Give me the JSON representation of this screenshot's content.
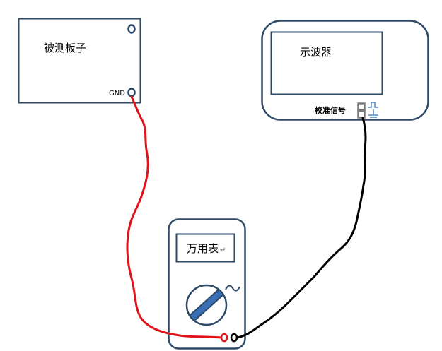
{
  "board": {
    "label": "被测板子",
    "gnd_label": "GND"
  },
  "scope": {
    "label": "示波器",
    "cal_label": "校准信号"
  },
  "meter": {
    "label": "万用表",
    "return_mark": "↵"
  },
  "colors": {
    "frame": "#2e4a68",
    "red_wire": "#e0131a",
    "black_wire": "#000000",
    "dial": "#3a6fb6",
    "symbol": "#4e87cf",
    "terminal": "#7a7a7a"
  },
  "icons": [
    "square-wave-icon",
    "ground-icon",
    "ac-wave-icon",
    "rotary-dial-icon"
  ]
}
